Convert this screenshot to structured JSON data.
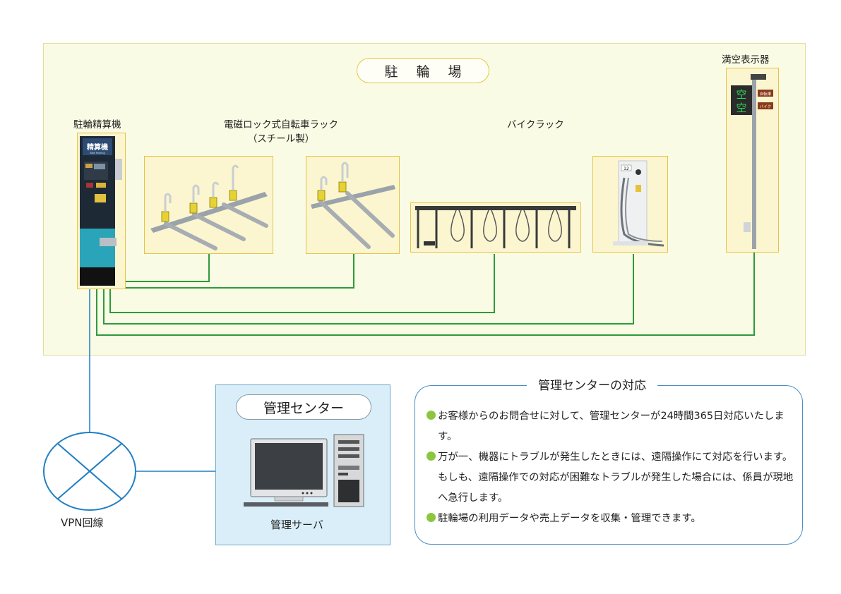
{
  "parking": {
    "title": "駐 輪 場"
  },
  "equipment": {
    "payment_machine": {
      "label": "駐輪精算機",
      "panel_text": "精算機",
      "panel_sub": "Bike Parking"
    },
    "electromagnetic_rack": {
      "label_line1": "電磁ロック式自転車ラック",
      "label_line2": "（スチール製）"
    },
    "bike_rack": {
      "label": "バイクラック",
      "unit_number": "12"
    },
    "vacancy_display": {
      "label": "満空表示器",
      "sign_chars": [
        "空",
        "空"
      ],
      "sign_tags": [
        "自転車",
        "バイク"
      ]
    }
  },
  "network": {
    "vpn_label": "VPN回線"
  },
  "management_center": {
    "title": "管理センター",
    "server_label": "管理サーバ"
  },
  "support": {
    "title": "管理センターの対応",
    "items": [
      "お客様からのお問合せに対して、管理センターが24時間365日対応いたします。",
      "万が一、機器にトラブルが発生したときには、遠隔操作にて対応を行います。もしも、遠隔操作での対応が困難なトラブルが発生した場合には、係員が現地へ急行します。",
      "駐輪場の利用データや売上データを収集・管理できます。"
    ]
  },
  "colors": {
    "parking_bg": "#f9fbe4",
    "photo_border": "#e8c24a",
    "link_green": "#2e9a3e",
    "link_blue": "#1f7fc4",
    "center_bg": "#d9eef8",
    "bullet_green": "#8cc63f"
  }
}
